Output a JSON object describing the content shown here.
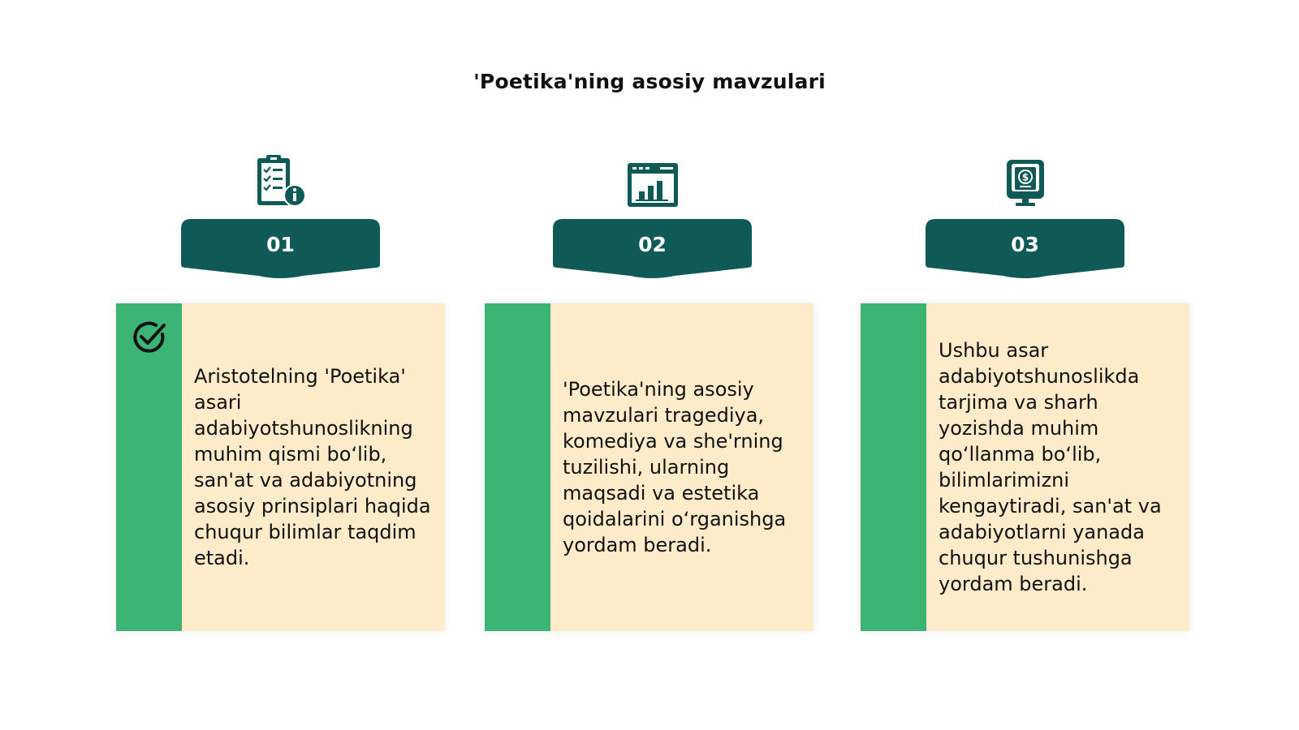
{
  "title": "'Poetika'ning asosiy mavzulari",
  "colors": {
    "badge": "#0f5a57",
    "bar": "#3cb574",
    "card": "#fdebc9",
    "icon": "#0f5a57"
  },
  "steps": [
    {
      "number": "01",
      "icon": "clipboard-info-icon",
      "text": "Aristotelning 'Poetika' asari adabiyotshunoslikning muhim qismi bo‘lib, san'at va adabiyotning asosiy prinsiplari haqida chuqur bilimlar taqdim etadi."
    },
    {
      "number": "02",
      "icon": "bar-chart-window-icon",
      "text": "'Poetika'ning asosiy mavzulari tragediya, komediya va she'rning tuzilishi, ularning maqsadi va estetika qoidalarini o‘rganishga yordam beradi."
    },
    {
      "number": "03",
      "icon": "dollar-monitor-icon",
      "text": "Ushbu asar adabiyotshunoslikda tarjima va sharh yozishda muhim qo‘llanma bo‘lib, bilimlarimizni kengaytiradi, san'at va adabiyotlarni yanada chuqur tushunishga yordam beradi."
    }
  ],
  "check_icon": "check-circle-icon"
}
